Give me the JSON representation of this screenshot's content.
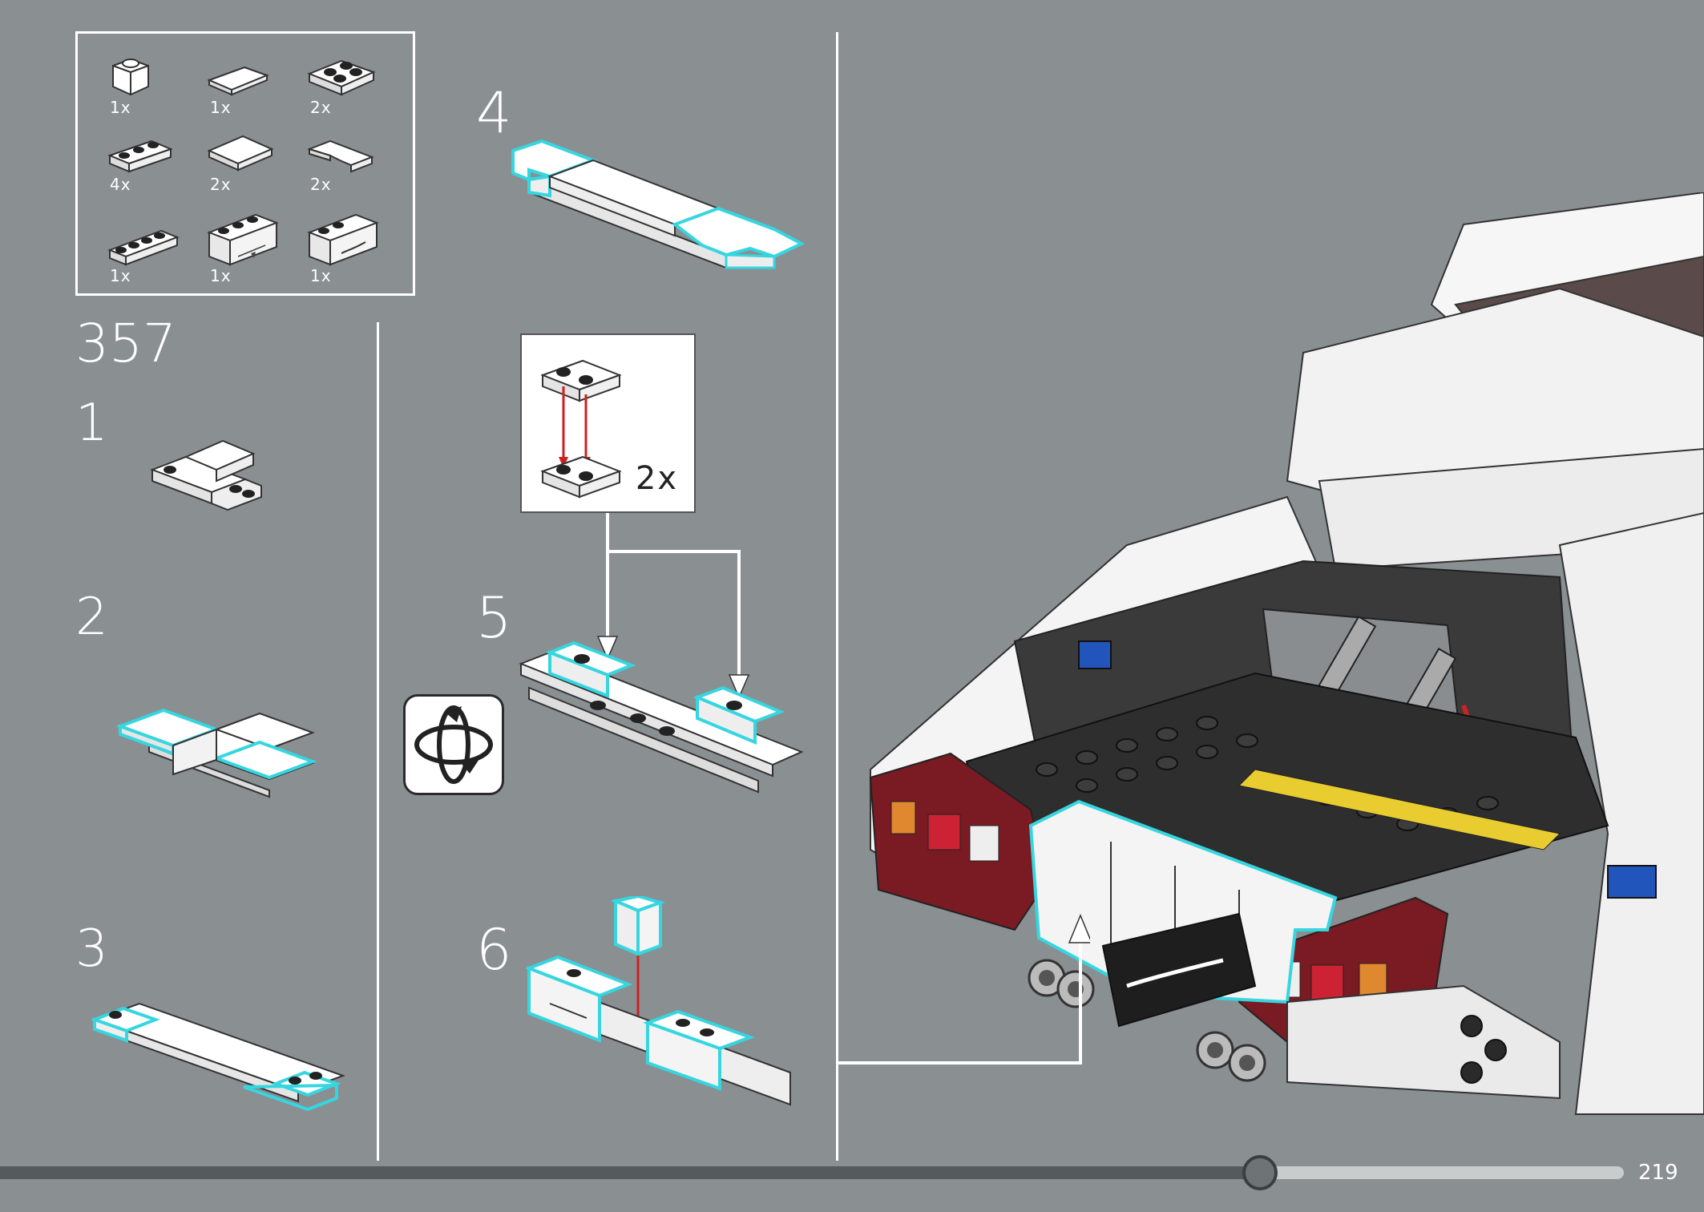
{
  "parts_list": {
    "items": [
      {
        "icon": "brick-1x1-icon",
        "qty": "1x"
      },
      {
        "icon": "tile-1x2-icon",
        "qty": "1x"
      },
      {
        "icon": "plate-2x2-icon",
        "qty": "2x"
      },
      {
        "icon": "plate-1x3-icon",
        "qty": "4x"
      },
      {
        "icon": "tile-2x2-icon",
        "qty": "2x"
      },
      {
        "icon": "tile-corner-icon",
        "qty": "2x"
      },
      {
        "icon": "plate-1x4-icon",
        "qty": "1x"
      },
      {
        "icon": "printed-brick-lamborghini-icon",
        "qty": "1x"
      },
      {
        "icon": "printed-brick-countach-icon",
        "qty": "1x"
      }
    ]
  },
  "step": {
    "number": "357"
  },
  "substeps": [
    {
      "label": "1"
    },
    {
      "label": "2"
    },
    {
      "label": "3"
    },
    {
      "label": "4"
    },
    {
      "label": "5"
    },
    {
      "label": "6"
    }
  ],
  "callout": {
    "multiplier": "2x"
  },
  "footer": {
    "page_number": "219",
    "progress": 0.74
  },
  "colors": {
    "background": "#8a8f92",
    "highlight": "#36d6e0",
    "arrow_red": "#cc2222",
    "tail_red": "#7a1a22"
  }
}
